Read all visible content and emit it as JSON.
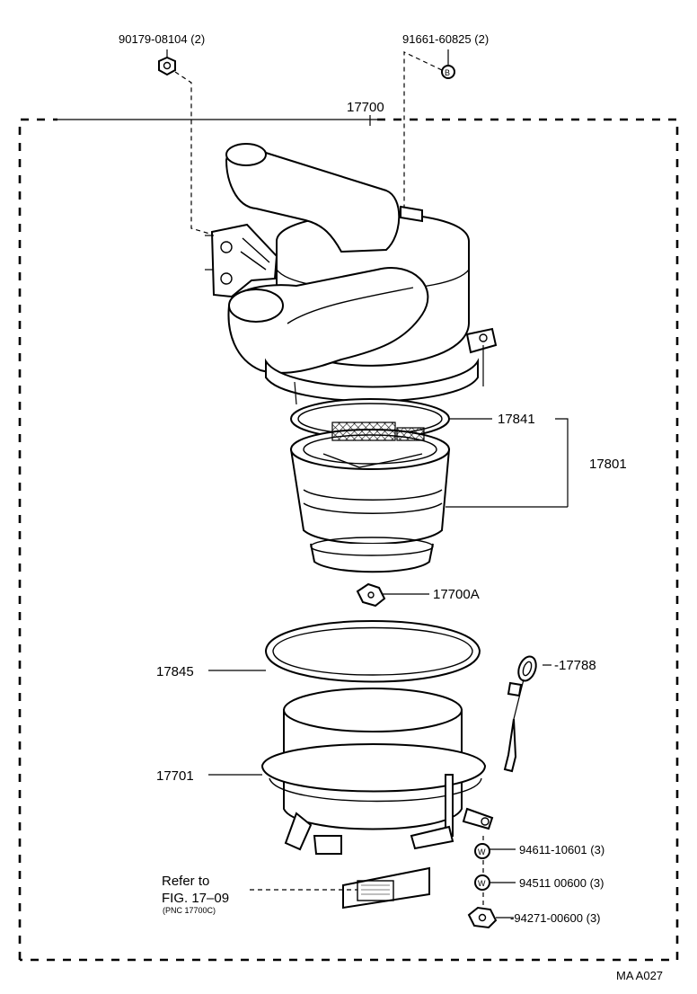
{
  "parts": {
    "nut_top": {
      "number": "90179-08104",
      "qty": "(2)"
    },
    "bolt_b": {
      "number": "91661-60825",
      "qty": "(2)",
      "symbol": "B"
    },
    "assembly": {
      "number": "17700"
    },
    "gasket_17841": {
      "number": "17841"
    },
    "element_17801": {
      "number": "17801"
    },
    "wing_nut": {
      "number": "17700A"
    },
    "gasket_17845": {
      "number": "17845"
    },
    "dipstick": {
      "number": "-17788"
    },
    "case_17701": {
      "number": "17701"
    },
    "washer_1": {
      "number": "94611-10601",
      "qty": "(3)",
      "symbol": "W"
    },
    "washer_2": {
      "number": "94511 00600",
      "qty": "(3)",
      "symbol": "W"
    },
    "nut_bottom": {
      "number": "94271-00600",
      "qty": "(3)"
    }
  },
  "refer": {
    "line1": "Refer to",
    "line2": "FIG. 17–09",
    "line3": "(PNC 17700C)"
  },
  "code": "MA A027"
}
